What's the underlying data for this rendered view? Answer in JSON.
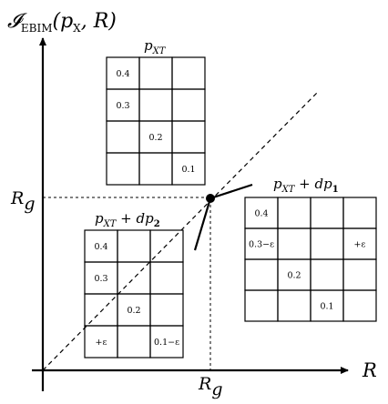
{
  "y_axis_title": {
    "script_letter": "𝓘",
    "subscript": "EBIM",
    "args": "(p",
    "args_sub": "X",
    "args_rest": ", R)"
  },
  "x_axis_label": "R",
  "rg_label_y": "R",
  "rg_label_y_sub": "g",
  "rg_label_x": "R",
  "rg_label_x_sub": "g",
  "grids": [
    {
      "title_main": "p",
      "title_sub": "XT",
      "title_rest": "",
      "cells": [
        [
          "0.4",
          "",
          ""
        ],
        [
          "0.3",
          "",
          ""
        ],
        [
          "",
          "0.2",
          ""
        ],
        [
          "",
          "",
          "0.1"
        ]
      ]
    },
    {
      "title_main": "p",
      "title_sub": "XT",
      "title_rest": " + dp",
      "title_rest_sub": "2",
      "cells": [
        [
          "0.4",
          "",
          ""
        ],
        [
          "0.3",
          "",
          ""
        ],
        [
          "",
          "0.2",
          ""
        ],
        [
          "+ε",
          "",
          "0.1−ε"
        ]
      ]
    },
    {
      "title_main": "p",
      "title_sub": "XT",
      "title_rest": " + dp",
      "title_rest_sub": "1",
      "cells": [
        [
          "0.4",
          "",
          "",
          ""
        ],
        [
          "0.3−ε",
          "",
          "",
          "+ε"
        ],
        [
          "",
          "0.2",
          "",
          ""
        ],
        [
          "",
          "",
          "0.1",
          ""
        ]
      ]
    }
  ]
}
